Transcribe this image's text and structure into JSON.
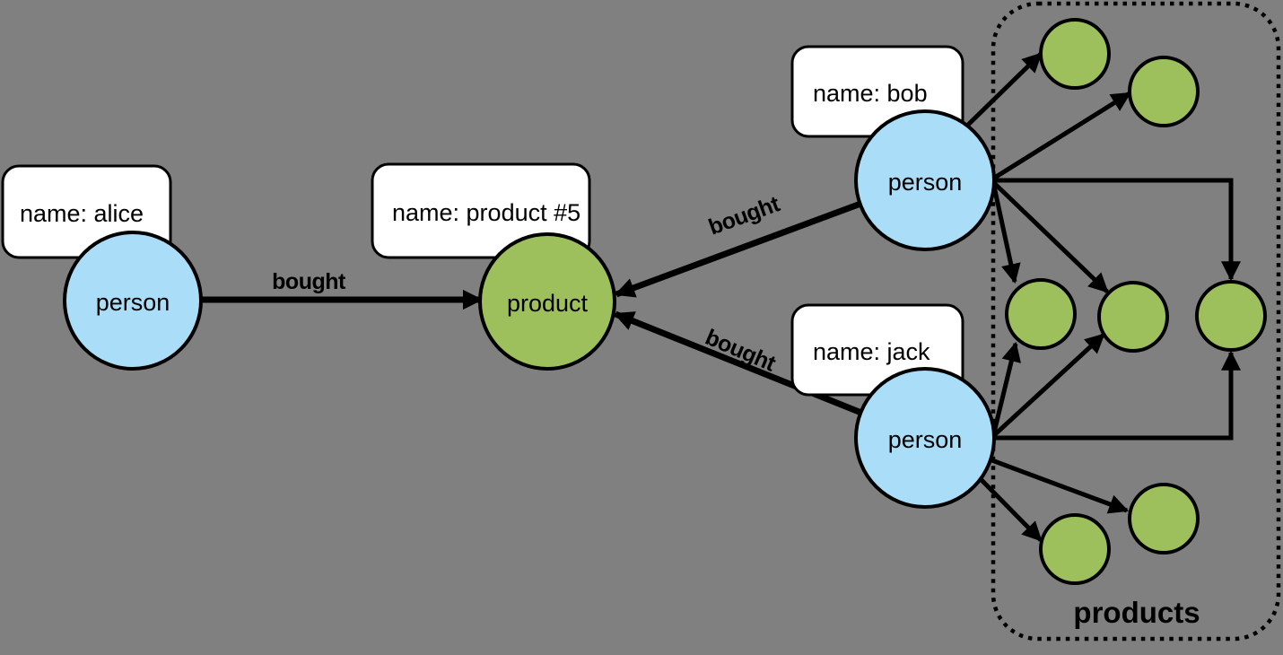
{
  "colors": {
    "background": "#808080",
    "person_node": "#aaddf7",
    "product_node": "#9dc05c",
    "outline": "#000000",
    "property_box": "#ffffff"
  },
  "nodes": {
    "alice": {
      "type_label": "person",
      "property": "name: alice"
    },
    "product5": {
      "type_label": "product",
      "property": "name: product #5"
    },
    "bob": {
      "type_label": "person",
      "property": "name: bob"
    },
    "jack": {
      "type_label": "person",
      "property": "name: jack"
    }
  },
  "edges": {
    "alice_bought": {
      "label": "bought"
    },
    "bob_bought": {
      "label": "bought"
    },
    "jack_bought": {
      "label": "bought"
    }
  },
  "cluster": {
    "label": "products",
    "unlabeled_product_nodes": 7
  }
}
